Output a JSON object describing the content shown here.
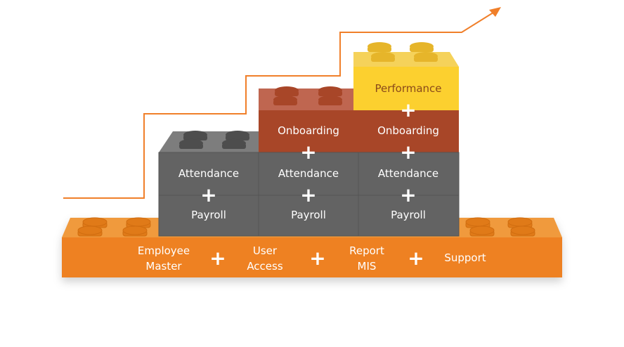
{
  "colors": {
    "base": "#ee8121",
    "gray": "#636363",
    "red": "#a84628",
    "yellow": "#fcd02f",
    "line": "#f07f2a"
  },
  "base_items": [
    {
      "line1": "Employee",
      "line2": "Master"
    },
    {
      "line1": "User",
      "line2": "Access"
    },
    {
      "line1": "Report",
      "line2": "MIS"
    },
    {
      "line1": "Support",
      "line2": ""
    }
  ],
  "plus": "+",
  "columns": [
    {
      "blocks": [
        "Payroll",
        "Attendance"
      ]
    },
    {
      "blocks": [
        "Payroll",
        "Attendance",
        "Onboarding"
      ]
    },
    {
      "blocks": [
        "Payroll",
        "Attendance",
        "Onboarding",
        "Performance"
      ]
    }
  ]
}
